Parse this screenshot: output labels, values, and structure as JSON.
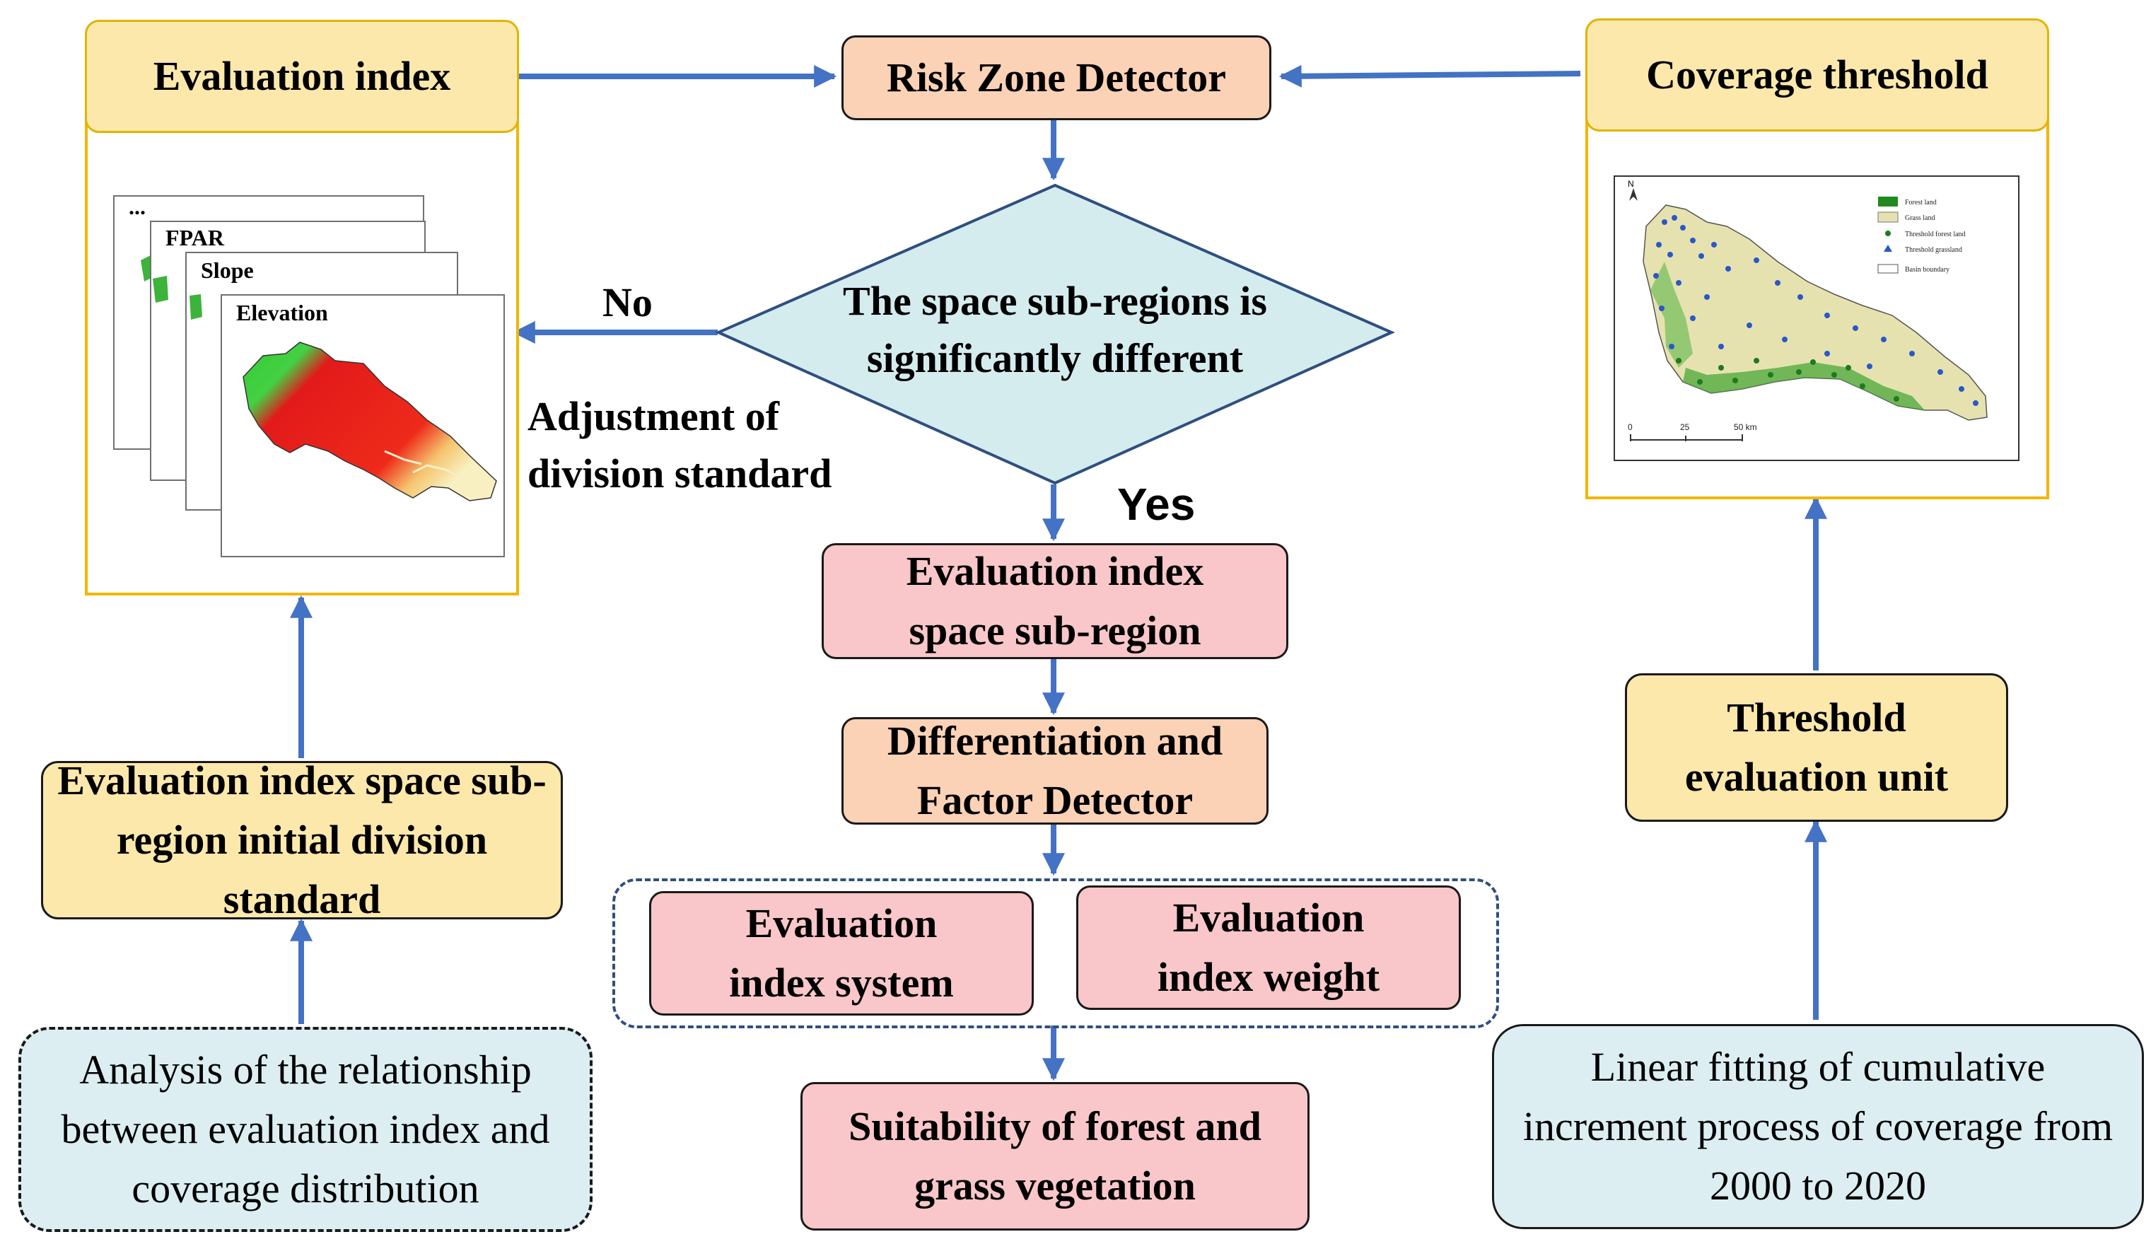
{
  "nodes": {
    "evaluation_index": "Evaluation index",
    "risk_zone_detector": "Risk Zone Detector",
    "coverage_threshold": "Coverage threshold",
    "decision": "The space sub-regions is significantly different",
    "no_label": "No",
    "yes_label": "Yes",
    "adjustment": "Adjustment of division standard",
    "eval_subregion": "Evaluation index space sub-region",
    "differentiation": "Differentiation and Factor Detector",
    "eval_system": "Evaluation index system",
    "eval_weight": "Evaluation index weight",
    "suitability": "Suitability of forest and grass vegetation",
    "initial_standard": "Evaluation index space sub-region initial division standard",
    "analysis": "Analysis of the relationship between evaluation index and coverage distribution",
    "threshold_unit": "Threshold evaluation unit",
    "linear_fitting": "Linear fitting of cumulative increment process of coverage from 2000 to 2020"
  },
  "map_stack": {
    "layers": [
      "...",
      "FPAR",
      "Slope",
      "Elevation"
    ]
  },
  "coverage_map": {
    "north": "N",
    "legend": [
      "Forest land",
      "Grass land",
      "Threshold forest land",
      "Threshold grassland",
      "Basin boundary"
    ],
    "scale": [
      "0",
      "25",
      "50 km"
    ]
  },
  "colors": {
    "arrow": "#4472c4",
    "peach": "#fbd2b6",
    "yellow": "#fde8ac",
    "pink": "#f9c7c9",
    "cyan": "#dceef2",
    "decision": "#d5ecef",
    "gold_border": "#f2b600",
    "dashed_group_border": "#2f4f7f"
  }
}
